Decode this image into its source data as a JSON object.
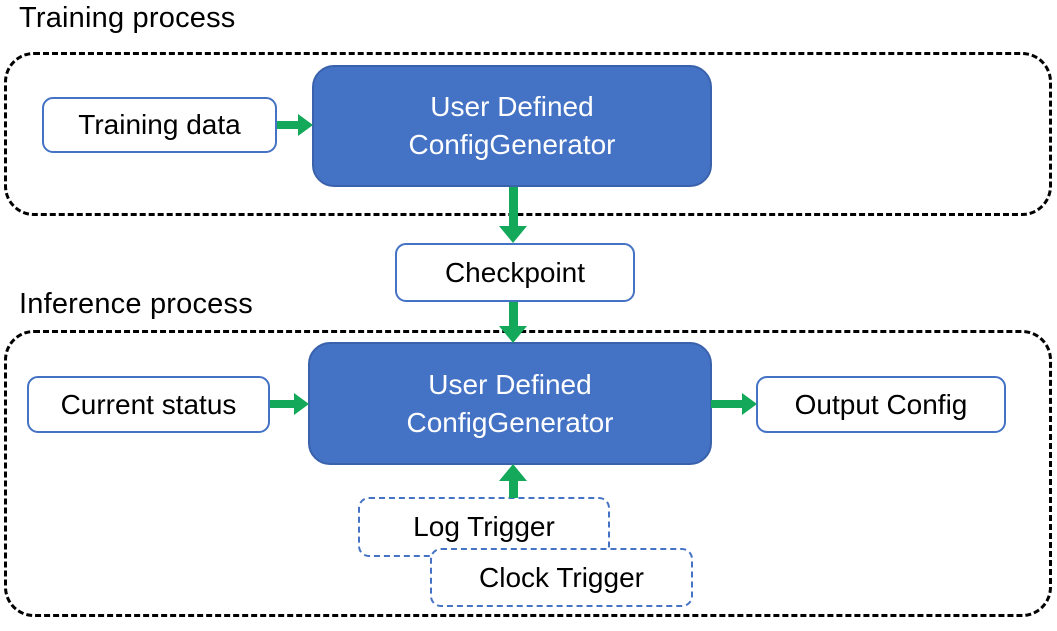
{
  "titles": {
    "training": "Training process",
    "inference": "Inference process"
  },
  "nodes": {
    "training_data": "Training data",
    "config_generator_line1": "User Defined",
    "config_generator_line2": "ConfigGenerator",
    "checkpoint": "Checkpoint",
    "current_status": "Current status",
    "output_config": "Output Config",
    "log_trigger": "Log Trigger",
    "clock_trigger": "Clock Trigger"
  },
  "colors": {
    "node_fill": "#4472C4",
    "node_border": "#3A62AC",
    "outline_border": "#4472C4",
    "arrow_green": "#13A85A",
    "region_border": "#000000",
    "text_dark": "#000000",
    "text_light": "#FFFFFF"
  }
}
